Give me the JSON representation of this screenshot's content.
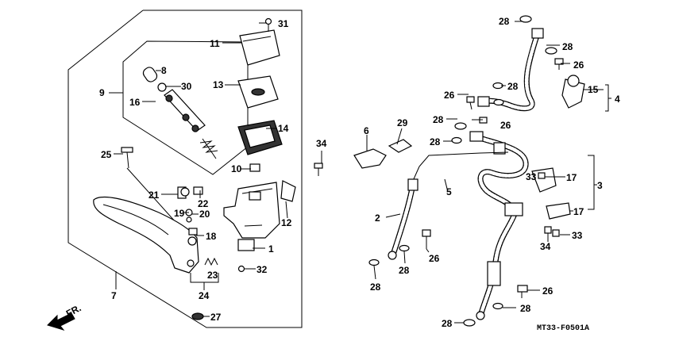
{
  "diagram_code": "MT33-F0501A",
  "direction_label": "FR.",
  "callouts": [
    {
      "id": "c31",
      "text": "31"
    },
    {
      "id": "c11",
      "text": "11"
    },
    {
      "id": "c8",
      "text": "8"
    },
    {
      "id": "c30",
      "text": "30"
    },
    {
      "id": "c9",
      "text": "9"
    },
    {
      "id": "c16",
      "text": "16"
    },
    {
      "id": "c13",
      "text": "13"
    },
    {
      "id": "c14",
      "text": "14"
    },
    {
      "id": "c25",
      "text": "25"
    },
    {
      "id": "c10",
      "text": "10"
    },
    {
      "id": "c21",
      "text": "21"
    },
    {
      "id": "c22",
      "text": "22"
    },
    {
      "id": "c19",
      "text": "19"
    },
    {
      "id": "c20",
      "text": "20"
    },
    {
      "id": "c12",
      "text": "12"
    },
    {
      "id": "c18",
      "text": "18"
    },
    {
      "id": "c1",
      "text": "1"
    },
    {
      "id": "c23",
      "text": "23"
    },
    {
      "id": "c32",
      "text": "32"
    },
    {
      "id": "c7",
      "text": "7"
    },
    {
      "id": "c24",
      "text": "24"
    },
    {
      "id": "c27",
      "text": "27"
    },
    {
      "id": "c34a",
      "text": "34"
    },
    {
      "id": "c28a",
      "text": "28"
    },
    {
      "id": "c28b",
      "text": "28"
    },
    {
      "id": "c26a",
      "text": "26"
    },
    {
      "id": "c15",
      "text": "15"
    },
    {
      "id": "c4",
      "text": "4"
    },
    {
      "id": "c26b",
      "text": "26"
    },
    {
      "id": "c28c",
      "text": "28"
    },
    {
      "id": "c28d",
      "text": "28"
    },
    {
      "id": "c26c",
      "text": "26"
    },
    {
      "id": "c6",
      "text": "6"
    },
    {
      "id": "c29",
      "text": "29"
    },
    {
      "id": "c28e",
      "text": "28"
    },
    {
      "id": "c33a",
      "text": "33"
    },
    {
      "id": "c17a",
      "text": "17"
    },
    {
      "id": "c3",
      "text": "3"
    },
    {
      "id": "c5",
      "text": "5"
    },
    {
      "id": "c17b",
      "text": "17"
    },
    {
      "id": "c2",
      "text": "2"
    },
    {
      "id": "c33b",
      "text": "33"
    },
    {
      "id": "c34b",
      "text": "34"
    },
    {
      "id": "c26d",
      "text": "26"
    },
    {
      "id": "c28f",
      "text": "28"
    },
    {
      "id": "c28g",
      "text": "28"
    },
    {
      "id": "c26e",
      "text": "26"
    },
    {
      "id": "c28h",
      "text": "28"
    },
    {
      "id": "c28i",
      "text": "28"
    }
  ]
}
